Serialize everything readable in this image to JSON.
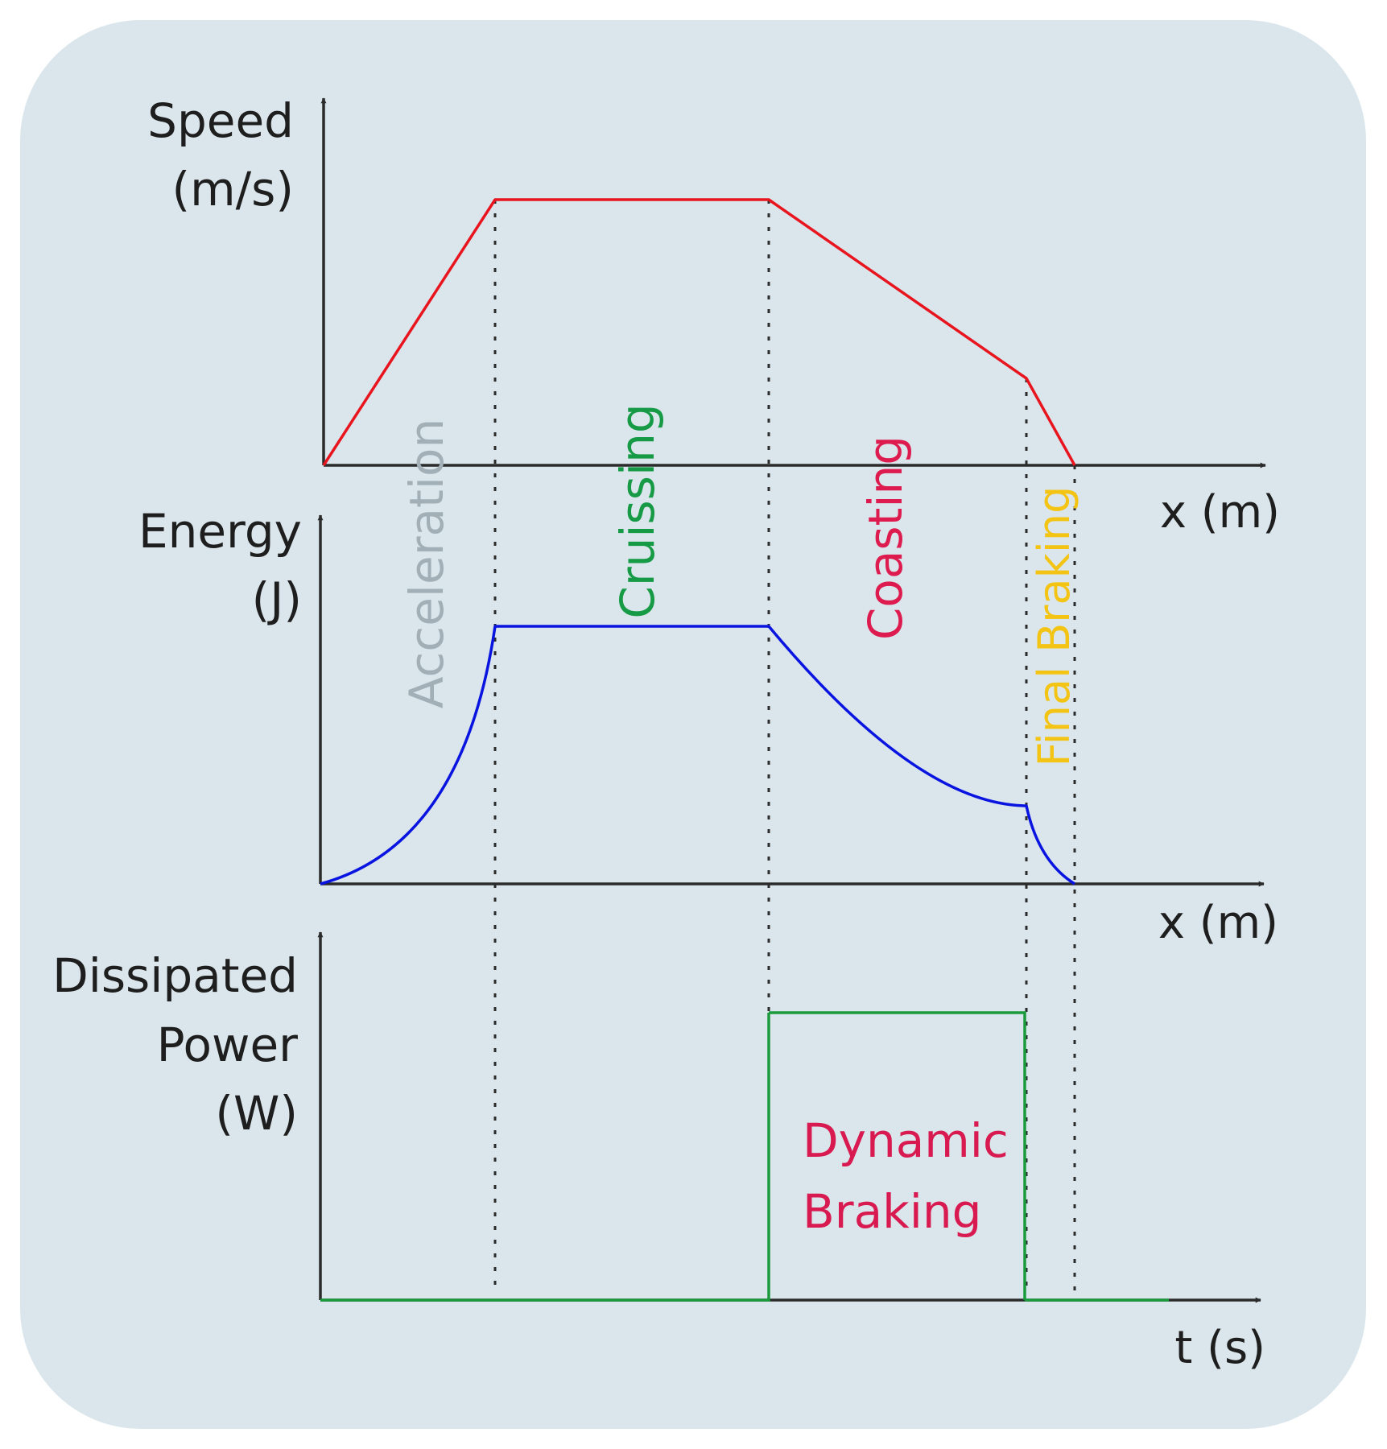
{
  "colors": {
    "panel_bg": "#dae6ec",
    "axis": "#2b2b2b",
    "speed_curve": "#e8141e",
    "energy_curve": "#0a14e0",
    "power_curve": "#1b9a3c",
    "label_dark": "#1e1e1e",
    "phase_acceleration": "#a3afb7",
    "phase_cruising": "#169a45",
    "phase_coasting": "#de1b4f",
    "phase_final_braking": "#f4c414",
    "dynamic_braking_label": "#d81a50"
  },
  "speed_panel": {
    "ylabel_line1": "Speed",
    "ylabel_line2": "(m/s)",
    "xlabel": "x (m)"
  },
  "energy_panel": {
    "ylabel_line1": "Energy",
    "ylabel_line2": "(J)",
    "xlabel": "x (m)"
  },
  "power_panel": {
    "ylabel_line1": "Dissipated",
    "ylabel_line2": "Power",
    "ylabel_line3": "(W)",
    "xlabel": "t (s)",
    "annotation_line1": "Dynamic",
    "annotation_line2": "Braking"
  },
  "phases": {
    "acceleration": "Acceleration",
    "cruising": "Cruissing",
    "coasting": "Coasting",
    "final_braking": "Final Braking"
  }
}
